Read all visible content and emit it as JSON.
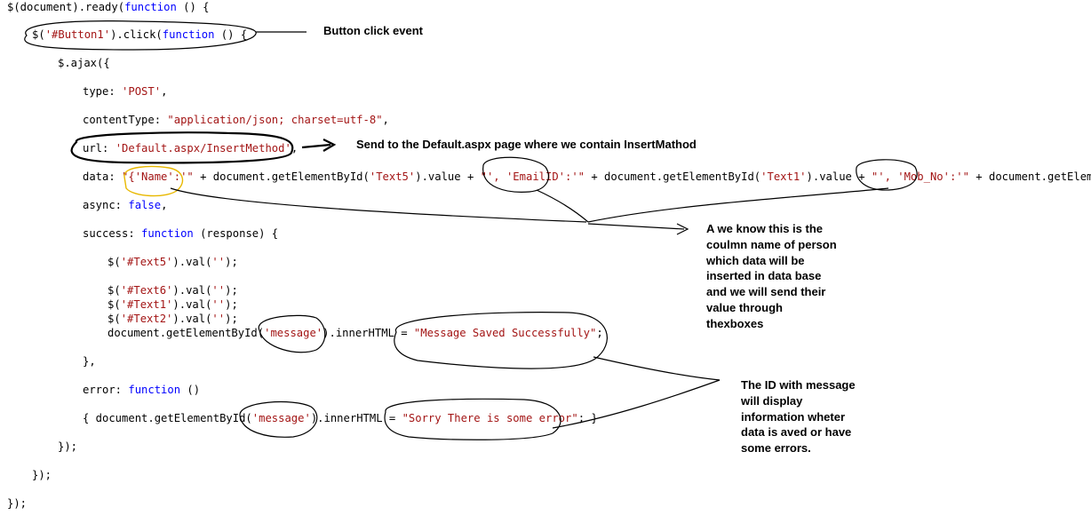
{
  "code": {
    "line1": {
      "a": "$(document).ready(",
      "kw": "function",
      "b": " () {"
    },
    "line2": {
      "a": "$(",
      "s1": "'#Button1'",
      "b": ").click(",
      "kw": "function",
      "c": " () {"
    },
    "line3": {
      "a": "$.ajax({"
    },
    "line4": {
      "a": "type: ",
      "s1": "'POST'",
      "b": ","
    },
    "line5": {
      "a": "contentType: ",
      "s1": "\"application/json; charset=utf-8\"",
      "b": ","
    },
    "line6": {
      "a": "url: ",
      "s1": "'Default.aspx/InsertMethod'",
      "b": ","
    },
    "line7": {
      "a": "data: ",
      "s1": "\"{'Name':'\"",
      "b": " + document.getElementById(",
      "s2": "'Text5'",
      "c": ").value + ",
      "s3": "\"', 'EmailID':'\"",
      "d": " + document.getElementById(",
      "s4": "'Text1'",
      "e": ").value + ",
      "s5": "\"', 'Mob_No':'\"",
      "f": " + document.getElementById"
    },
    "line8": {
      "a": "async: ",
      "kw": "false",
      "b": ","
    },
    "line9": {
      "a": "success: ",
      "kw": "function",
      "b": " (response) {"
    },
    "line10": {
      "a": "$(",
      "s1": "'#Text5'",
      "b": ").val(",
      "s2": "''",
      "c": ");"
    },
    "line11": {
      "a": "$(",
      "s1": "'#Text6'",
      "b": ").val(",
      "s2": "''",
      "c": ");"
    },
    "line12": {
      "a": "$(",
      "s1": "'#Text1'",
      "b": ").val(",
      "s2": "''",
      "c": ");"
    },
    "line13": {
      "a": "$(",
      "s1": "'#Text2'",
      "b": ").val(",
      "s2": "''",
      "c": ");"
    },
    "line14": {
      "a": "document.getElementById(",
      "s1": "'message'",
      "b": ").innerHTML = ",
      "s2": "\"Message Saved Successfully\"",
      "c": ";"
    },
    "line15": {
      "a": "},"
    },
    "line16": {
      "a": "error: ",
      "kw": "function",
      "b": " ()"
    },
    "line17": {
      "a": "{ document.getElementById(",
      "s1": "'message'",
      "b": ").innerHTML = ",
      "s2": "\"Sorry There is some error\"",
      "c": "; }"
    },
    "line18": {
      "a": "});"
    },
    "line19": {
      "a": "});"
    },
    "line20": {
      "a": "});"
    }
  },
  "annotations": {
    "button_click": "Button click event",
    "send_to": "Send to the Default.aspx page where we contain InsertMathod",
    "column_note": "A we know this is the coulmn name of person which data will be inserted in data base and we will send their value through thexboxes",
    "message_note": "The ID with message will display information wheter data is aved or have some errors."
  },
  "colors": {
    "keyword": "#0000ff",
    "string": "#a31515",
    "text": "#000000",
    "highlight_ring": "#e8b800"
  }
}
